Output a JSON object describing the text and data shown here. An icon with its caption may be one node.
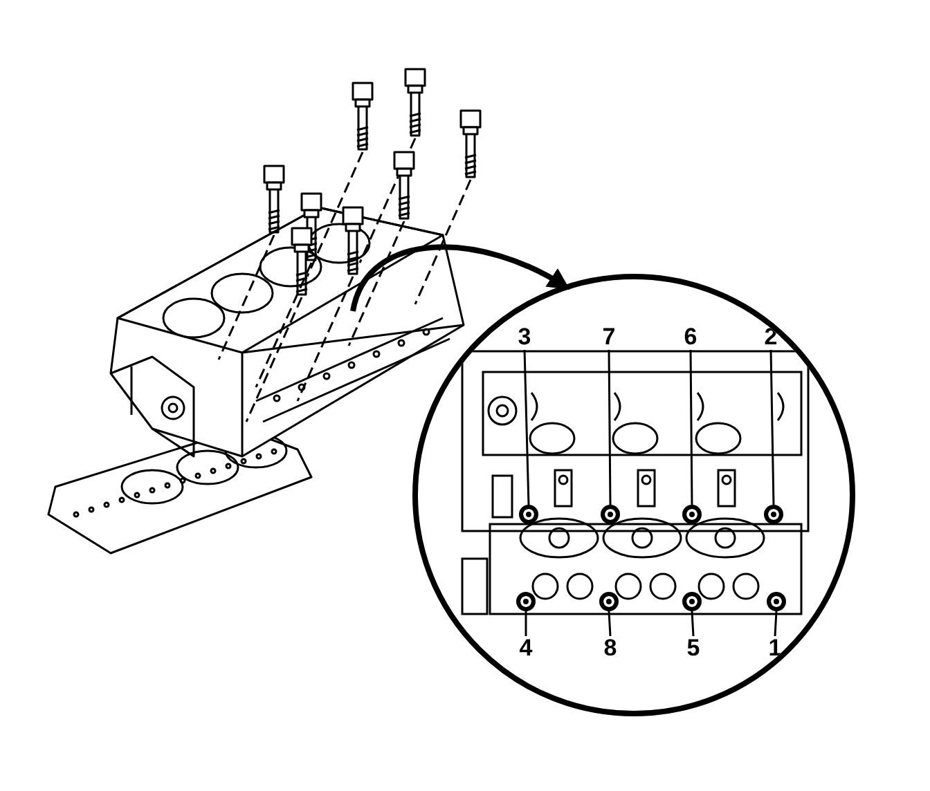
{
  "diagram": {
    "nodes": [
      {
        "text": [],
        "shape": "picture"
      },
      {
        "text": [],
        "shape": "circle"
      },
      {
        "text": [
          "3"
        ],
        "in": 1
      },
      {
        "text": [
          "7"
        ],
        "in": 1
      },
      {
        "text": [
          "6"
        ],
        "in": 1
      },
      {
        "text": [
          "2"
        ],
        "in": 1
      },
      {
        "text": [
          "4"
        ],
        "in": 1
      },
      {
        "text": [
          "8"
        ],
        "in": 1
      },
      {
        "text": [
          "5"
        ],
        "in": 1
      },
      {
        "text": [
          "1"
        ],
        "in": 1
      },
      {
        "text": [],
        "shape": "circle",
        "in": 1
      },
      {
        "text": [],
        "shape": "circle",
        "in": 1
      },
      {
        "text": [],
        "shape": "circle",
        "in": 1
      },
      {
        "text": [],
        "shape": "circle",
        "in": 1
      },
      {
        "text": [],
        "shape": "circle",
        "in": 1
      },
      {
        "text": [],
        "shape": "circle",
        "in": 1
      },
      {
        "text": [],
        "shape": "circle",
        "in": 1
      },
      {
        "text": [],
        "shape": "circle",
        "in": 1
      }
    ],
    "edges": [
      {
        "from": 0,
        "to": 1,
        "arrow": "to",
        "style": "thick"
      },
      {
        "from": 2,
        "to": 10,
        "arrow": "none"
      },
      {
        "from": 3,
        "to": 11,
        "arrow": "none"
      },
      {
        "from": 4,
        "to": 12,
        "arrow": "none"
      },
      {
        "from": 5,
        "to": 13,
        "arrow": "none"
      },
      {
        "from": 6,
        "to": 14,
        "arrow": "none"
      },
      {
        "from": 7,
        "to": 15,
        "arrow": "none"
      },
      {
        "from": 8,
        "to": 16,
        "arrow": "none"
      },
      {
        "from": 9,
        "to": 17,
        "arrow": "none"
      }
    ]
  }
}
